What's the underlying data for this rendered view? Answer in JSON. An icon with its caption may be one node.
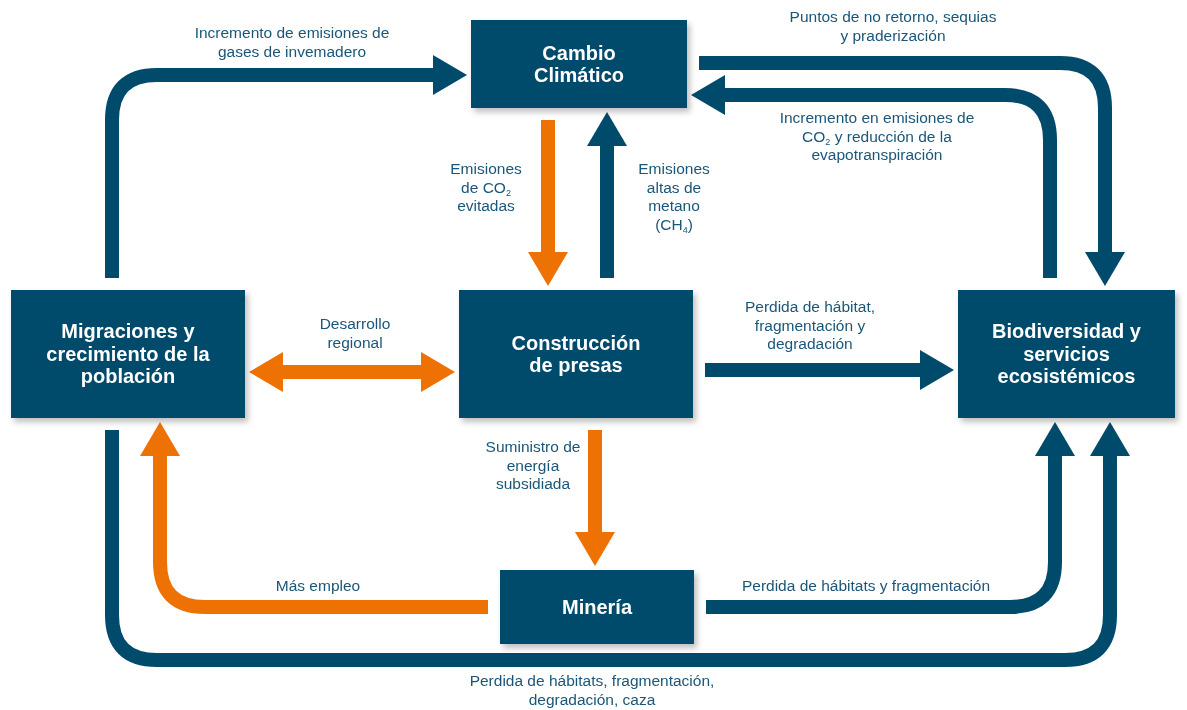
{
  "diagram": {
    "nodes": [
      {
        "text": [
          "Cambio Climático"
        ]
      },
      {
        "text": [
          "Migraciones y crecimiento de la población"
        ]
      },
      {
        "text": [
          "Construcción de presas"
        ]
      },
      {
        "text": [
          "Biodiversidad y servicios ecosistémicos"
        ]
      },
      {
        "text": [
          "Minería"
        ]
      }
    ],
    "edges": [
      {
        "from": 1,
        "to": 0,
        "arrow": "to",
        "label": "Incremento de emisiones de gases de invemadero"
      },
      {
        "from": 0,
        "to": 3,
        "arrow": "to",
        "label": "Puntos de no retorno, sequias y praderización"
      },
      {
        "from": 3,
        "to": 0,
        "arrow": "to",
        "label": "Incremento en emisiones de CO$_{2}$ y reducción de la evapotranspiración"
      },
      {
        "from": 0,
        "to": 2,
        "arrow": "to",
        "label": "Emisiones de CO$_{2}$ evitadas",
        "color": "#ee7203"
      },
      {
        "from": 2,
        "to": 0,
        "arrow": "to",
        "label": "Emisiones altas de metano (CH$_{4}$)"
      },
      {
        "from": 1,
        "to": 2,
        "arrow": "both",
        "label": "Desarrollo regional",
        "color": "#ee7203"
      },
      {
        "from": 2,
        "to": 3,
        "arrow": "to",
        "label": "Perdida de hábitat, fragmentación y degradación"
      },
      {
        "from": 2,
        "to": 4,
        "arrow": "to",
        "label": "Suministro de energía subsidiada",
        "color": "#ee7203"
      },
      {
        "from": 4,
        "to": 1,
        "arrow": "to",
        "label": "Más empleo",
        "color": "#ee7203"
      },
      {
        "from": 4,
        "to": 3,
        "arrow": "to",
        "label": "Perdida de hábitats y fragmentación"
      },
      {
        "from": 1,
        "to": 3,
        "arrow": "to",
        "label": "Perdida de hábitats, fragmentación, degradación, caza"
      }
    ]
  }
}
